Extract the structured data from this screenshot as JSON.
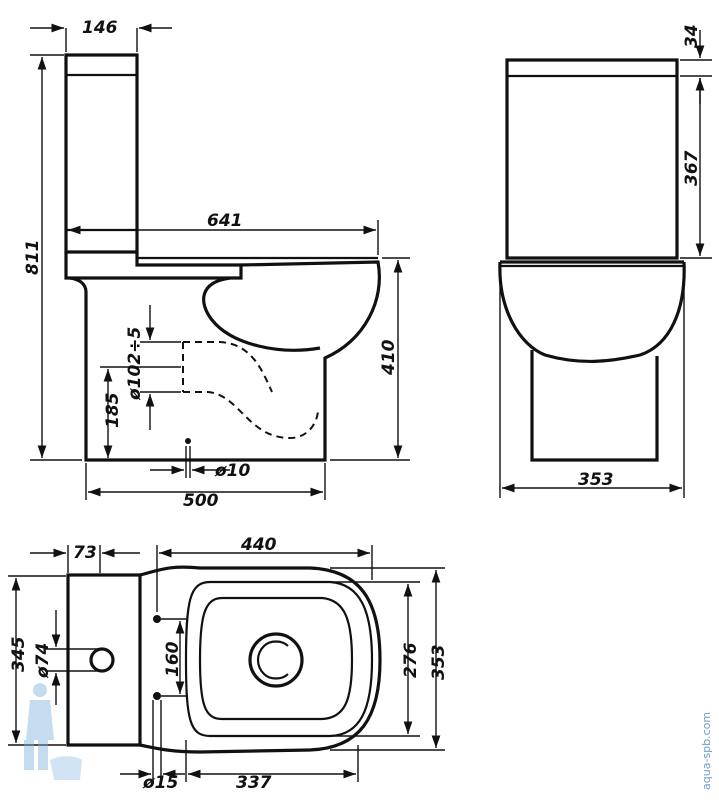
{
  "drawing": {
    "side_view": {
      "tank_width": "146",
      "total_height": "811",
      "total_depth": "641",
      "bowl_height": "410",
      "outlet_label": "ø102÷5",
      "outlet_height": "185",
      "hole_dia": "ø10",
      "base_length": "500"
    },
    "front_view": {
      "lid_thickness": "34",
      "tank_height": "367",
      "width": "353"
    },
    "top_view": {
      "tank_depth": "73",
      "bowl_length": "440",
      "tank_offset": "345",
      "water_inlet_dia": "ø74",
      "fixing_spacing": "160",
      "seat_width": "276",
      "total_width": "353",
      "fixing_hole_dia": "ø15",
      "seat_length": "337"
    },
    "watermark": "aqua-spb.com"
  }
}
